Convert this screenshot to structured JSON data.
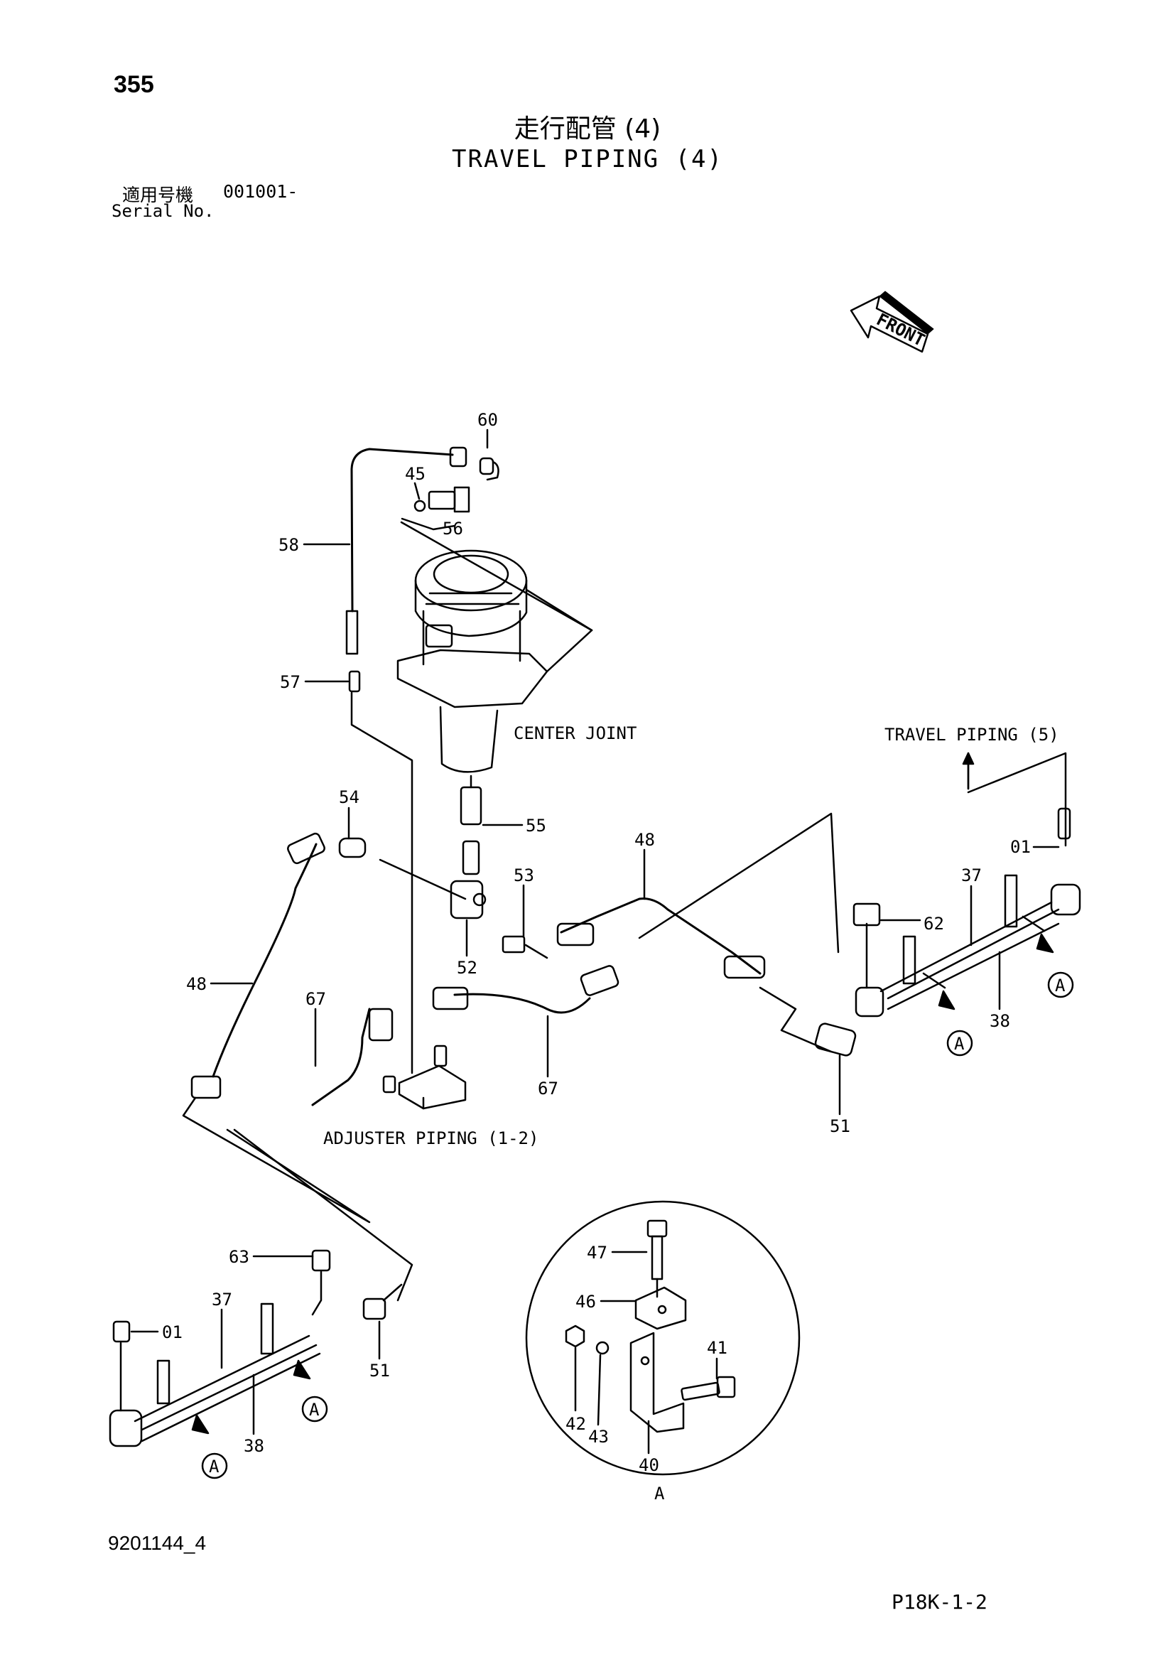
{
  "header": {
    "page_number": "355",
    "title_jp": "走行配管 (4)",
    "title_en": "TRAVEL PIPING (4)",
    "serial_label_jp": "適用号機",
    "serial_value": "001001-",
    "serial_label_en": "Serial No."
  },
  "labels": {
    "front": "FRONT",
    "center_joint": "CENTER JOINT",
    "travel_piping_5": "TRAVEL PIPING (5)",
    "adjuster_piping": "ADJUSTER PIPING (1-2)",
    "detail_a": "A",
    "ref_a": "A"
  },
  "part_numbers": {
    "p60": "60",
    "p45": "45",
    "p56": "56",
    "p58": "58",
    "p57": "57",
    "p54": "54",
    "p55": "55",
    "p53": "53",
    "p48a": "48",
    "p52": "52",
    "p48b": "48",
    "p67a": "67",
    "p67b": "67",
    "p62": "62",
    "p01a": "01",
    "p37a": "37",
    "p38a": "38",
    "p51a": "51",
    "p63": "63",
    "p37b": "37",
    "p01b": "01",
    "p51b": "51",
    "p38b": "38",
    "p47": "47",
    "p46": "46",
    "p41": "41",
    "p42": "42",
    "p43": "43",
    "p40": "40"
  },
  "footer": {
    "doc_code": "9201144_4",
    "page_code": "P18K-1-2"
  }
}
